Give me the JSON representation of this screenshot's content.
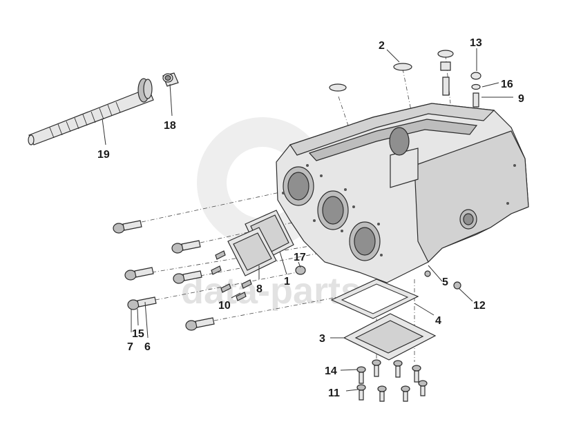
{
  "watermark": {
    "text": "data-parts",
    "color": "#d9d9d9"
  },
  "callouts": [
    "1",
    "2",
    "3",
    "4",
    "5",
    "6",
    "7",
    "8",
    "9",
    "10",
    "11",
    "12",
    "13",
    "14",
    "15",
    "16",
    "17",
    "18",
    "19"
  ],
  "colors": {
    "line": "#2b2b2b",
    "part_fill": "#e6e6e6",
    "shade": "#bdbdbd",
    "label": "#1a1a1a"
  }
}
